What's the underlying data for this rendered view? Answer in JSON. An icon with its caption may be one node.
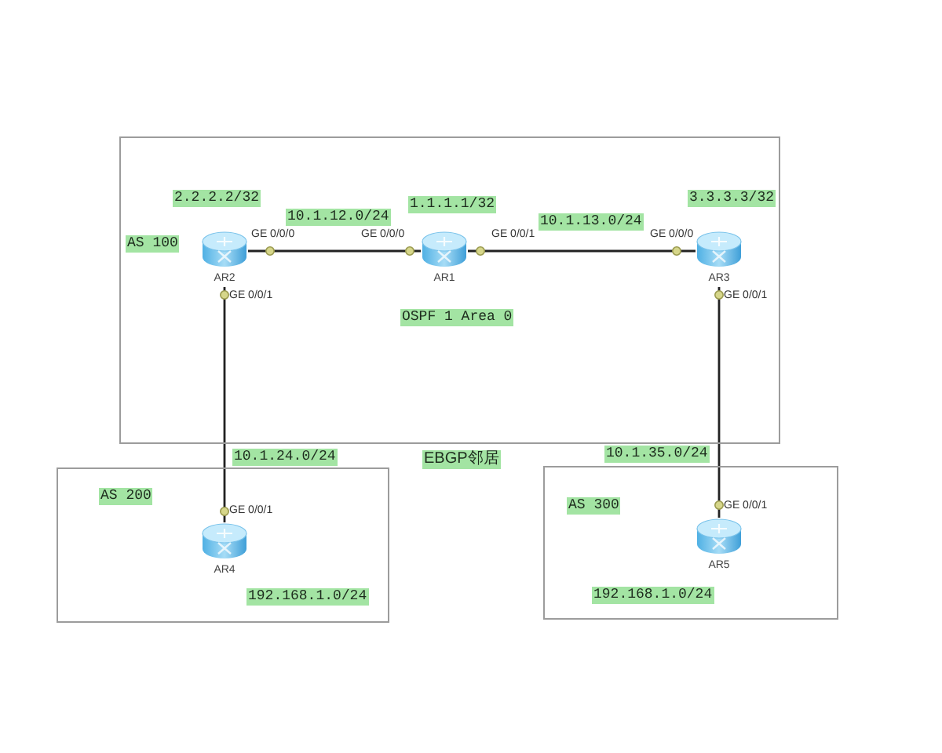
{
  "diagram": {
    "nodes": [
      {
        "text": [
          "AS 100",
          "OSPF 1 Area 0"
        ]
      },
      {
        "text": [
          "AR2"
        ],
        "in": 0,
        "beside": [
          "2.2.2.2/32",
          "GE 0/0/0",
          "GE 0/0/1"
        ]
      },
      {
        "text": [
          "AR1"
        ],
        "in": 0,
        "beside": [
          "1.1.1.1/32",
          "GE 0/0/0",
          "GE 0/0/1"
        ]
      },
      {
        "text": [
          "AR3"
        ],
        "in": 0,
        "beside": [
          "3.3.3.3/32",
          "GE 0/0/0",
          "GE 0/0/1"
        ]
      },
      {
        "text": [
          "AS 200"
        ]
      },
      {
        "text": [
          "AR4"
        ],
        "in": 4,
        "beside": [
          "GE 0/0/1",
          "192.168.1.0/24"
        ]
      },
      {
        "text": [
          "AS 300"
        ]
      },
      {
        "text": [
          "AR5"
        ],
        "in": 6,
        "beside": [
          "GE 0/0/1",
          "192.168.1.0/24"
        ]
      }
    ],
    "edges": [
      {
        "from": 1,
        "to": 2,
        "arrow": "none",
        "label": "10.1.12.0/24"
      },
      {
        "from": 2,
        "to": 3,
        "arrow": "none",
        "label": "10.1.13.0/24"
      },
      {
        "from": 1,
        "to": 5,
        "arrow": "none",
        "label": "10.1.24.0/24"
      },
      {
        "from": 3,
        "to": 7,
        "arrow": "none",
        "label": "10.1.35.0/24"
      }
    ],
    "labels": [
      "EBGP邻居"
    ]
  }
}
